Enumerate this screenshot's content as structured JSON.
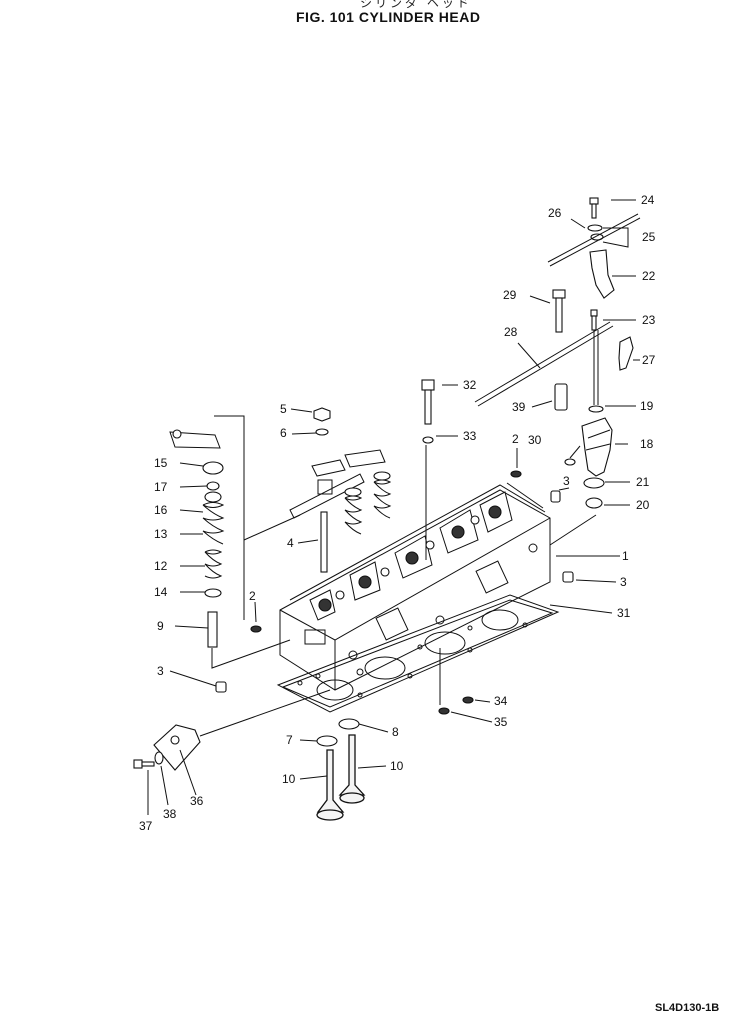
{
  "header": {
    "title_jp": "シリンダ ヘッド",
    "title": "FIG. 101  CYLINDER HEAD"
  },
  "drawing_code": "SL4D130-1B",
  "callouts": {
    "c1": "1",
    "c2a": "2",
    "c2b": "2",
    "c3a": "3",
    "c3b": "3",
    "c3c": "3",
    "c4": "4",
    "c5": "5",
    "c6": "6",
    "c7": "7",
    "c8": "8",
    "c9": "9",
    "c10a": "10",
    "c10b": "10",
    "c12": "12",
    "c13": "13",
    "c14": "14",
    "c15": "15",
    "c16": "16",
    "c17": "17",
    "c18": "18",
    "c19": "19",
    "c20": "20",
    "c21": "21",
    "c22": "22",
    "c23": "23",
    "c24": "24",
    "c25": "25",
    "c26": "26",
    "c27": "27",
    "c28": "28",
    "c29": "29",
    "c30": "30",
    "c31": "31",
    "c32": "32",
    "c33": "33",
    "c34": "34",
    "c35": "35",
    "c36": "36",
    "c37": "37",
    "c38": "38",
    "c39": "39"
  }
}
